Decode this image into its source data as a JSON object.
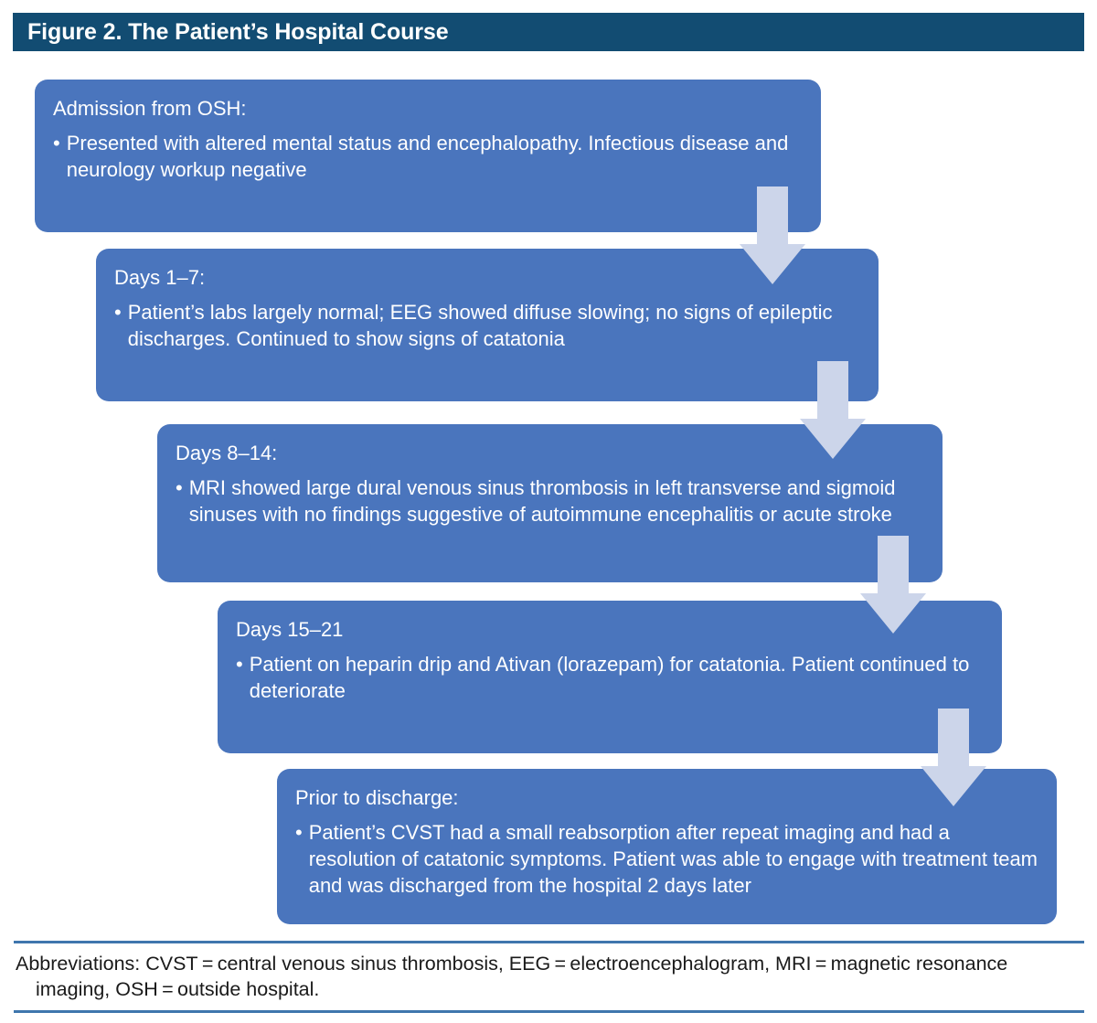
{
  "figure": {
    "title": "Figure 2. The Patient’s Hospital Course",
    "accent_dark": "#124c72",
    "box_blue": "#4a75bd",
    "arrow_lavender": "#ccd5ea",
    "rule_blue": "#3f76ad"
  },
  "flow": {
    "steps": [
      {
        "id": "admission",
        "heading": "Admission from OSH:",
        "bullet": "Presented with altered mental status and encephalopathy. Infectious disease and neurology workup negative"
      },
      {
        "id": "days-1-7",
        "heading": "Days 1–7:",
        "bullet": "Patient’s labs largely normal; EEG showed diffuse slowing; no signs of epileptic  discharges. Continued to show signs of catatonia"
      },
      {
        "id": "days-8-14",
        "heading": "Days 8–14:",
        "bullet": "MRI showed large dural venous sinus thrombosis in left transverse and sigmoid sinuses with no findings suggestive of autoimmune encephalitis or acute stroke"
      },
      {
        "id": "days-15-21",
        "heading": "Days 15–21",
        "bullet": "Patient on heparin drip and Ativan (lorazepam) for catatonia. Patient continued to deteriorate"
      },
      {
        "id": "prior-to-discharge",
        "heading": "Prior to discharge:",
        "bullet": "Patient’s CVST had a small reabsorption after repeat imaging and had a resolution of catatonic symptoms. Patient was able to engage with treatment team and was discharged from the hospital 2 days later"
      }
    ],
    "bullet_glyph": "•",
    "arrow_count": 4,
    "arrow_direction": "down"
  },
  "footnote": {
    "line1": "Abbreviations: CVST = central venous sinus thrombosis, EEG = electroencephalogram, MRI = magnetic resonance",
    "line2": "imaging, OSH = outside hospital."
  }
}
